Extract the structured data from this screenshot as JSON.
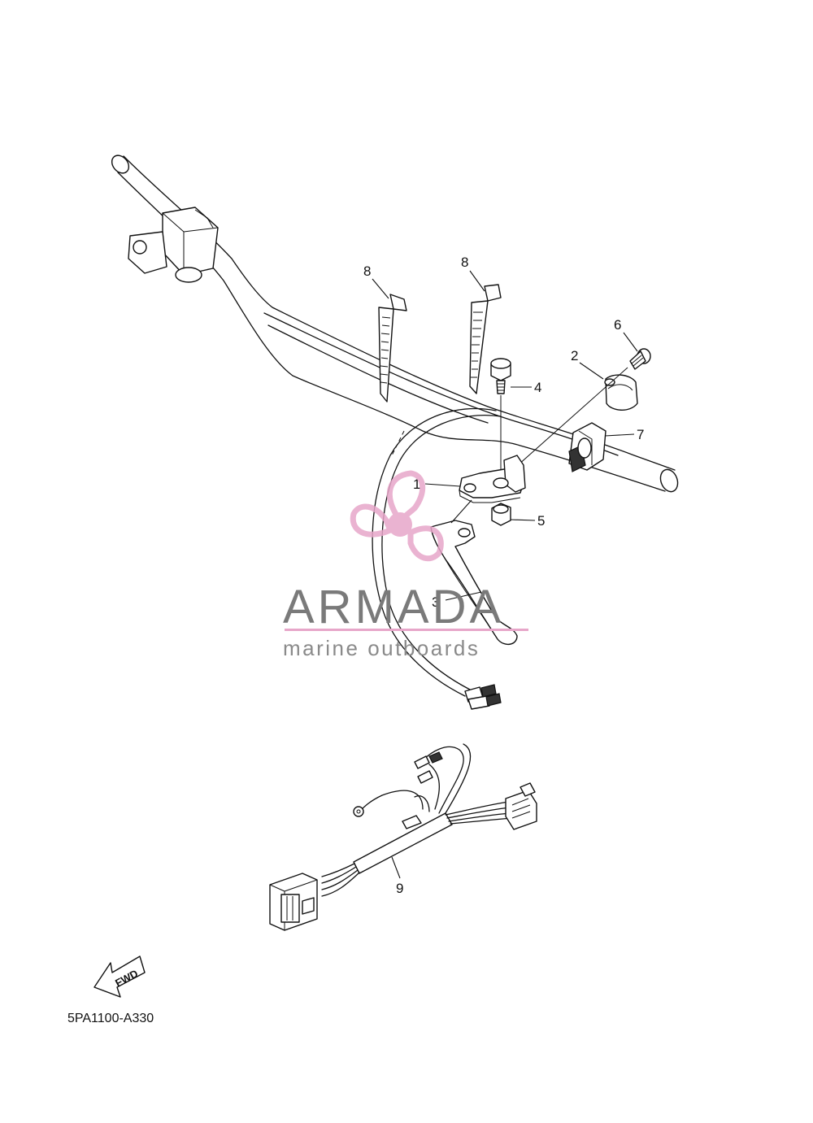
{
  "diagram_code": "5PA1100-A330",
  "fwd_label": "FWD",
  "watermark": {
    "brand": "ARMADA",
    "tagline": "marine outboards",
    "color": "#e7a6c9"
  },
  "callouts": {
    "c1": "1",
    "c2": "2",
    "c3": "3",
    "c4": "4",
    "c5": "5",
    "c6": "6",
    "c7": "7",
    "c8a": "8",
    "c8b": "8",
    "c9": "9"
  }
}
